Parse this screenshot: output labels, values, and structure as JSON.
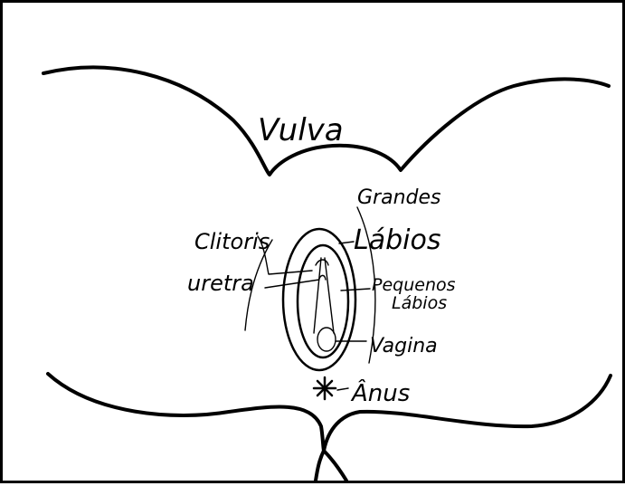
{
  "title": "Vulva",
  "labels": {
    "grandes": "Grandes",
    "labios_big": "Lábios",
    "clitoris": "Clitoris",
    "uretra": "uretra",
    "pequenos": "Pequenos",
    "labios_small": "Lábios",
    "vagina": "Vagina",
    "anus": "Ânus"
  },
  "colors": {
    "ink": "#000000",
    "paper": "#ffffff"
  }
}
